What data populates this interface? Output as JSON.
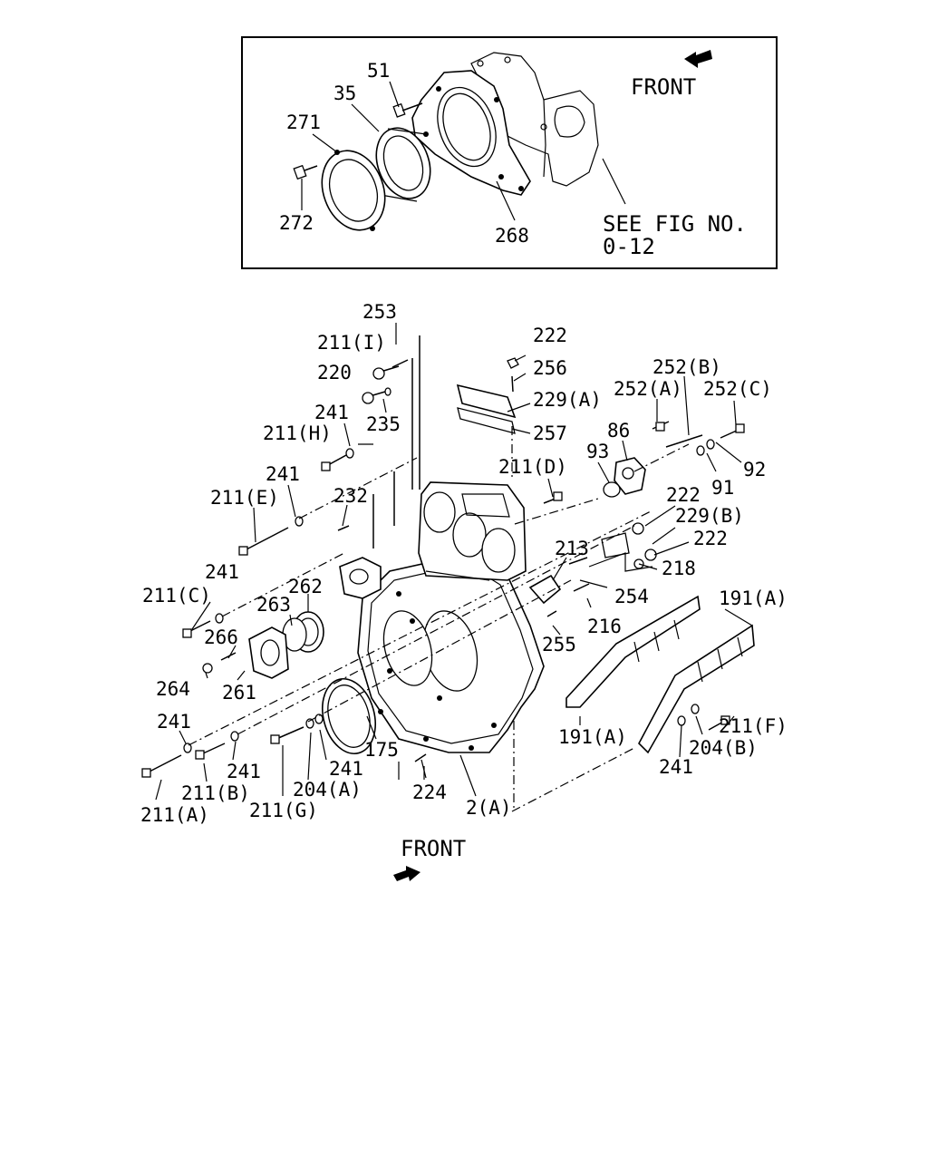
{
  "inset": {
    "front_label": "FRONT",
    "see_fig_line1": "SEE FIG NO.",
    "see_fig_line2": "0-12",
    "labels": {
      "p51": "51",
      "p35": "35",
      "p271": "271",
      "p272": "272",
      "p268": "268"
    }
  },
  "main": {
    "front_label": "FRONT",
    "labels": {
      "p253": "253",
      "p211i": "211(I)",
      "p220": "220",
      "p235": "235",
      "p241a": "241",
      "p211h": "211(H)",
      "p241b": "241",
      "p211e": "211(E)",
      "p232": "232",
      "p241c": "241",
      "p211c": "211(C)",
      "p262": "262",
      "p263": "263",
      "p266": "266",
      "p264": "264",
      "p261": "261",
      "p241d": "241",
      "p211a": "211(A)",
      "p211b": "211(B)",
      "p241e": "241",
      "p211g": "211(G)",
      "p204a": "204(A)",
      "p241f": "241",
      "p175": "175",
      "p224": "224",
      "p2a": "2(A)",
      "p222a": "222",
      "p256": "256",
      "p229a": "229(A)",
      "p257": "257",
      "p211d": "211(D)",
      "p252b": "252(B)",
      "p252a": "252(A)",
      "p252c": "252(C)",
      "p86": "86",
      "p93": "93",
      "p91": "91",
      "p92": "92",
      "p222b": "222",
      "p229b": "229(B)",
      "p222c": "222",
      "p213": "213",
      "p218": "218",
      "p254": "254",
      "p216": "216",
      "p255": "255",
      "p191a1": "191(A)",
      "p191a2": "191(A)",
      "p211f": "211(F)",
      "p204b": "204(B)",
      "p241g": "241"
    }
  }
}
